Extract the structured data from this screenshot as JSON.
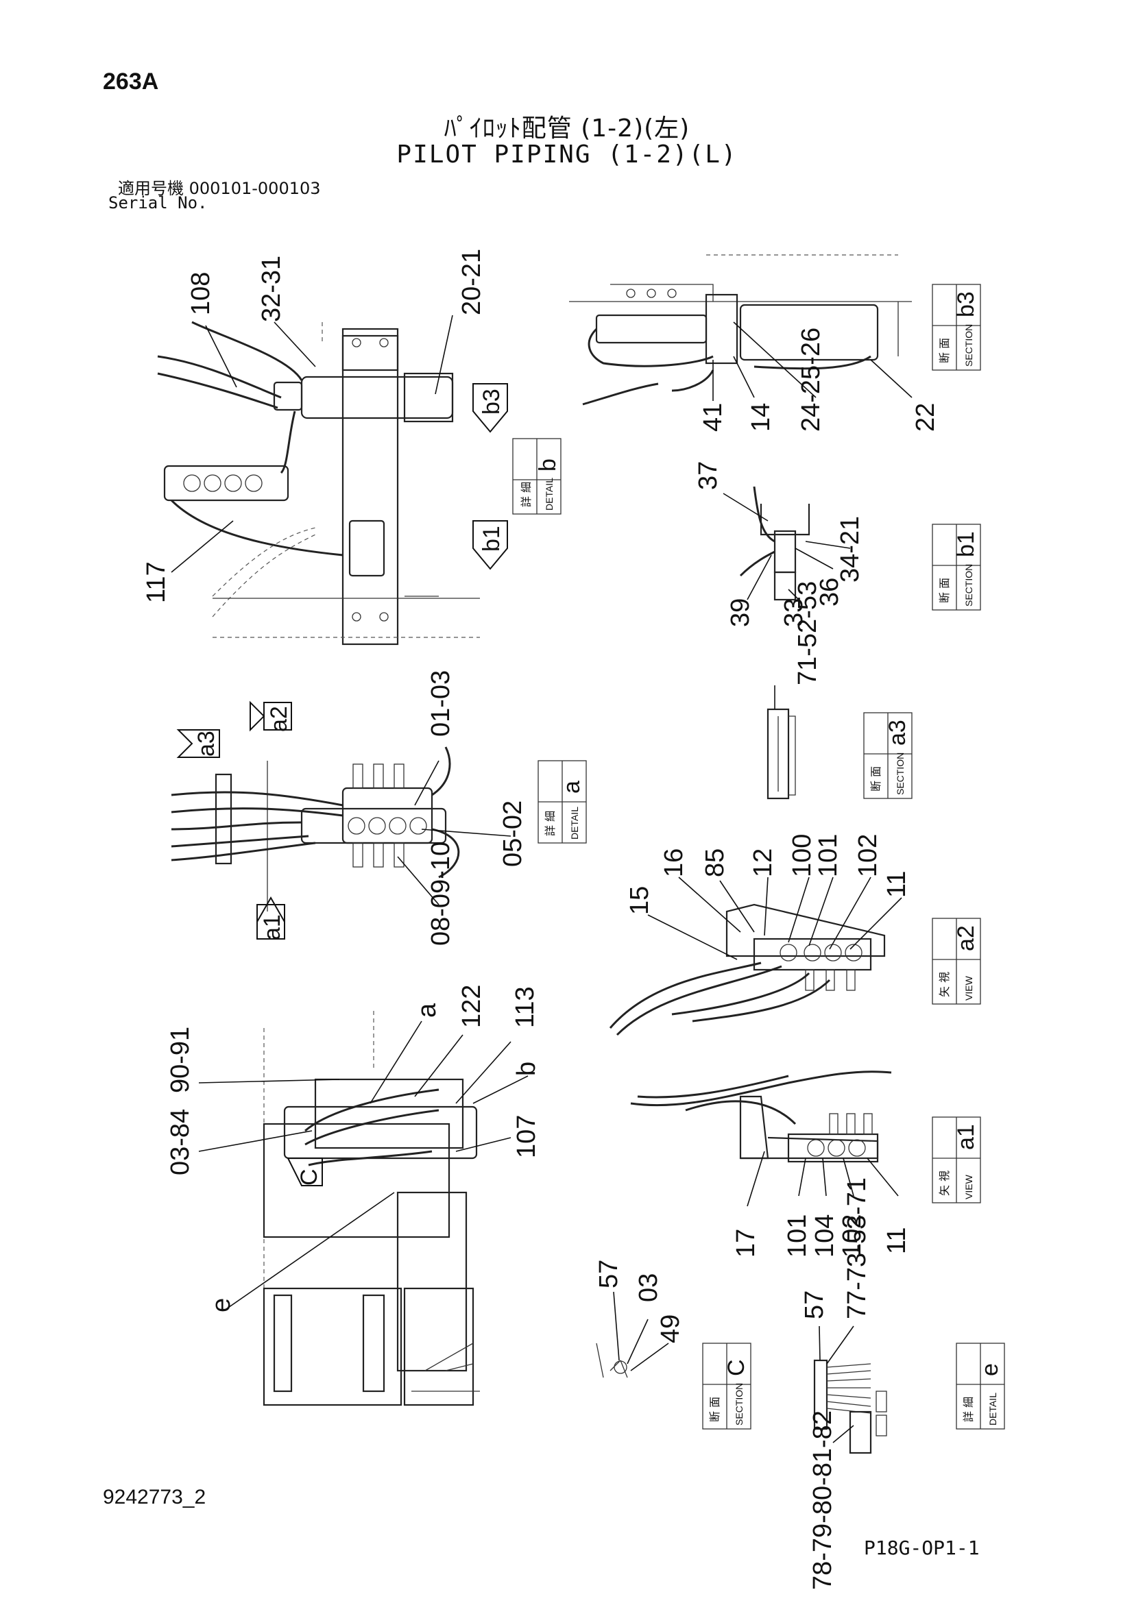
{
  "header": {
    "page_code": "263A",
    "title_jp": "ﾊﾟｲﾛｯﾄ配管 (1-2)(左)",
    "title_en": "PILOT PIPING (1-2)(L)",
    "serial_jp": "適用号機 000101-000103",
    "serial_en": "Serial No."
  },
  "footer": {
    "drawing_no": "9242773_2",
    "sheet_no": "P18G-OP1-1"
  },
  "view_tags": [
    {
      "id": "b3",
      "jp": "断 面",
      "en": "SECTION"
    },
    {
      "id": "b",
      "jp": "詳 細",
      "en": "DETAIL"
    },
    {
      "id": "b1",
      "jp": "断 面",
      "en": "SECTION"
    },
    {
      "id": "a3",
      "jp": "断 面",
      "en": "SECTION"
    },
    {
      "id": "a",
      "jp": "詳 細",
      "en": "DETAIL"
    },
    {
      "id": "a2",
      "jp": "矢 視",
      "en": "VIEW"
    },
    {
      "id": "a1",
      "jp": "矢 視",
      "en": "VIEW"
    },
    {
      "id": "C",
      "jp": "断 面",
      "en": "SECTION"
    },
    {
      "id": "e",
      "jp": "詳 細",
      "en": "DETAIL"
    }
  ],
  "callouts": {
    "detail_b": [
      "108",
      "32-31",
      "20-21",
      "117"
    ],
    "section_b3": [
      "41",
      "14",
      "24-25-26",
      "22"
    ],
    "section_b1": [
      "37",
      "34-21",
      "36",
      "39",
      "33"
    ],
    "section_a3": [
      "71-52-53"
    ],
    "detail_a": [
      "01-03",
      "05-02",
      "08-09-10"
    ],
    "view_a2": [
      "15",
      "16",
      "85",
      "12",
      "100",
      "101",
      "102",
      "11"
    ],
    "overview": [
      "a",
      "122",
      "113",
      "b",
      "90-91",
      "03-84",
      "107",
      "e"
    ],
    "view_a1": [
      "17",
      "101",
      "104",
      "102",
      "11"
    ],
    "section_c": [
      "57",
      "03",
      "49"
    ],
    "detail_e": [
      "57",
      "77-73-53-71",
      "78-79-80-81-82"
    ]
  },
  "arrow_marks": [
    "b3",
    "b1",
    "a2",
    "a3",
    "a1",
    "C"
  ]
}
